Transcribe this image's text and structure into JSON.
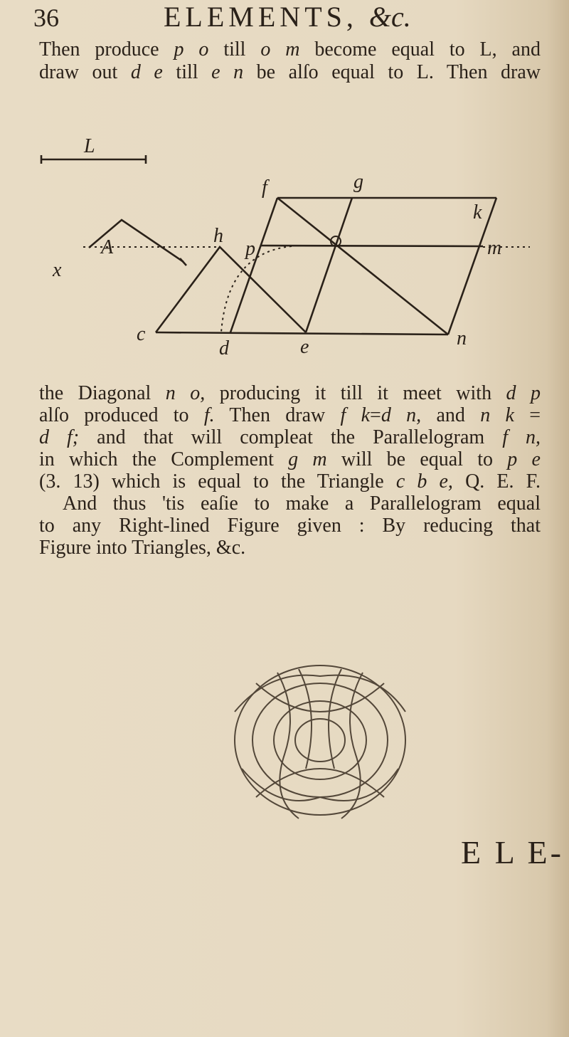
{
  "header": {
    "page_number": "36",
    "running_title": "ELEMENTS,",
    "running_title_suffix": "&c."
  },
  "paragraph1": [
    [
      "Then produce ",
      "p o",
      " till ",
      "o m",
      " become equal to L, and"
    ],
    [
      "draw out ",
      "d e",
      " till ",
      "e n",
      " be alſo equal to L. Then draw"
    ]
  ],
  "figure": {
    "length_label": "L",
    "labels": {
      "A": "A",
      "x": "x",
      "h": "h",
      "p": "p",
      "f": "f",
      "g": "g",
      "k": "k",
      "m": "m",
      "c": "c",
      "d": "d",
      "e": "e",
      "n": "n"
    }
  },
  "paragraph2": [
    [
      "the Diagonal ",
      "n o,",
      " producing it till it meet with ",
      "d p",
      ""
    ],
    [
      "alſo produced to ",
      "f.",
      " Then draw ",
      "f k",
      "=",
      "d n,",
      " and ",
      "n k",
      " ="
    ],
    [
      "",
      "d f;",
      " and that will compleat the Parallelogram ",
      "f n,",
      ""
    ],
    [
      "in which the Complement ",
      "g m",
      " will be equal to ",
      "p e",
      ""
    ],
    [
      "(3. 13) which is equal to the Triangle ",
      "c b e,",
      " Q. E. F."
    ]
  ],
  "paragraph3": [
    "And thus 'tis eaſie to make a Parallelogram equal",
    "to any Right-lined Figure given : By reducing that",
    "Figure into Triangles, &c."
  ],
  "catchword": "E L E-",
  "colors": {
    "paper": "#e3d6bf",
    "ink": "#2a2119"
  }
}
